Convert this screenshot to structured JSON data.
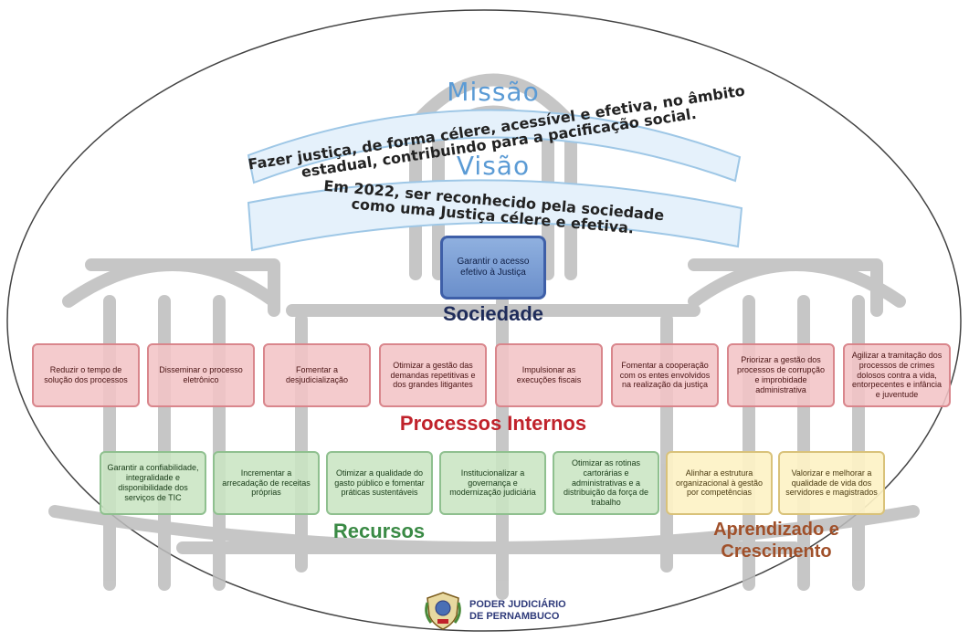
{
  "colors": {
    "mission_heading": "#5b9bd5",
    "society": "#3e5fa8",
    "processes": "#c0222b",
    "resources": "#3a8a45",
    "learning": "#a0502a",
    "building_watermark": "#bdbdbd"
  },
  "mission": {
    "heading": "Missão",
    "text": "Fazer justiça, de forma célere, acessível e efetiva, no âmbito estadual, contribuindo para a pacificação social."
  },
  "vision": {
    "heading": "Visão",
    "text": "Em 2022, ser reconhecido pela sociedade como uma Justiça célere e efetiva."
  },
  "society": {
    "label": "Sociedade",
    "objective": "Garantir o acesso efetivo à Justiça"
  },
  "processes": {
    "label": "Processos Internos",
    "objectives": [
      "Reduzir o tempo de solução dos processos",
      "Disseminar o processo eletrônico",
      "Fomentar a desjudicialização",
      "Otimizar a gestão das demandas repetitivas e dos grandes litigantes",
      "Impulsionar as execuções fiscais",
      "Fomentar a cooperação com os entes envolvidos na realização da justiça",
      "Priorizar a gestão dos processos de corrupção e improbidade administrativa",
      "Agilizar a tramitação dos processos de crimes dolosos contra a vida, entorpecentes e infância e juventude"
    ]
  },
  "resources": {
    "label": "Recursos",
    "objectives": [
      "Garantir a confiabilidade, integralidade e disponibilidade dos serviços de TIC",
      "Incrementar a arrecadação de receitas próprias",
      "Otimizar a qualidade do gasto público e fomentar práticas sustentáveis",
      "Institucionalizar a governança e modernização judiciária",
      "Otimizar as rotinas cartorárias e administrativas e a distribuição da força de trabalho"
    ]
  },
  "learning": {
    "label": "Aprendizado e Crescimento",
    "objectives": [
      "Alinhar a estrutura organizacional à gestão por competências",
      "Valorizar e melhorar a qualidade de vida dos servidores e magistrados"
    ]
  },
  "logo": {
    "line1": "PODER JUDICIÁRIO",
    "line2": "DE PERNAMBUCO",
    "icon": "coat-of-arms-icon"
  }
}
